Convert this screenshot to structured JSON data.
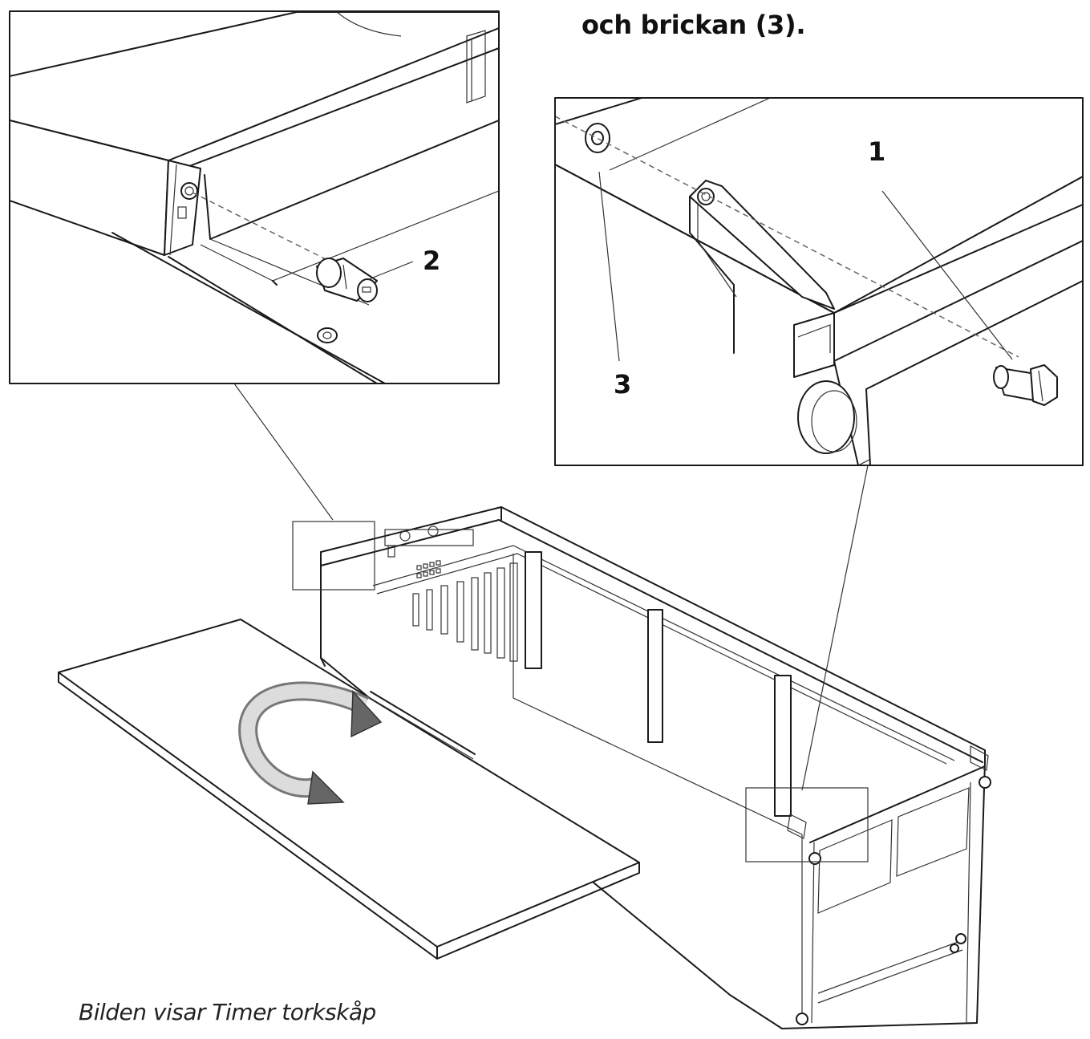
{
  "instruction_text": "och brickan (3).",
  "caption": "Bilden visar Timer torkskåp",
  "callouts": {
    "label_1": "1",
    "label_2": "2",
    "label_3": "3"
  },
  "colors": {
    "ink": "#1a1a1a",
    "background": "#ffffff"
  }
}
